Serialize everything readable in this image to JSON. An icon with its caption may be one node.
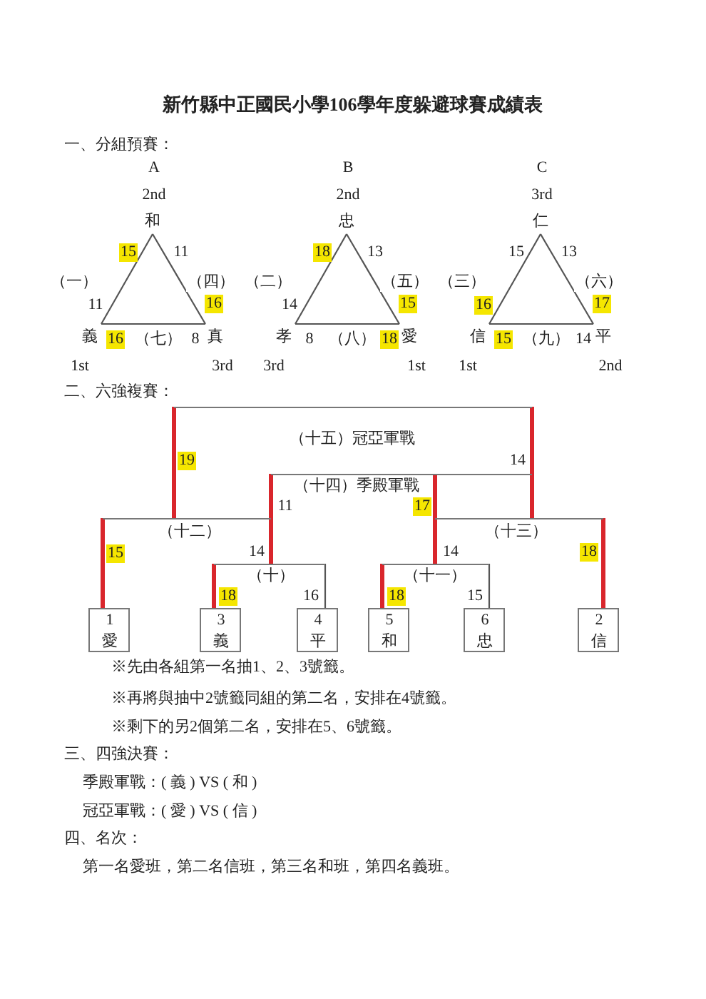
{
  "diagram": {
    "title": "新竹縣中正國民小學106學年度躲避球賽成績表",
    "nodes": [
      {
        "text": [
          "和"
        ],
        "beside": [
          "2nd"
        ]
      },
      {
        "text": [
          "義"
        ],
        "beside": [
          "1st"
        ]
      },
      {
        "text": [
          "真"
        ],
        "beside": [
          "3rd"
        ]
      },
      {
        "text": [
          "忠"
        ],
        "beside": [
          "2nd"
        ]
      },
      {
        "text": [
          "孝"
        ],
        "beside": [
          "3rd"
        ]
      },
      {
        "text": [
          "愛"
        ],
        "beside": [
          "1st"
        ]
      },
      {
        "text": [
          "仁"
        ],
        "beside": [
          "3rd"
        ]
      },
      {
        "text": [
          "信"
        ],
        "beside": [
          "1st"
        ]
      },
      {
        "text": [
          "平"
        ],
        "beside": [
          "2nd"
        ]
      },
      {
        "text": [
          "（十五）冠亞軍戰"
        ]
      },
      {
        "text": [
          "（十四）季殿軍戰"
        ]
      },
      {
        "text": [
          "（十二）"
        ]
      },
      {
        "text": [
          "（十三）"
        ]
      },
      {
        "text": [
          "（十）"
        ]
      },
      {
        "text": [
          "（十一）"
        ]
      },
      {
        "text": [
          "1",
          "愛"
        ]
      },
      {
        "text": [
          "3",
          "義"
        ]
      },
      {
        "text": [
          "4",
          "平"
        ]
      },
      {
        "text": [
          "5",
          "和"
        ]
      },
      {
        "text": [
          "6",
          "忠"
        ]
      },
      {
        "text": [
          "2",
          "信"
        ]
      }
    ],
    "edges": [
      {
        "from": 0,
        "to": 1,
        "arrow": "none",
        "label": "（一）"
      },
      {
        "from": 0,
        "to": 2,
        "arrow": "none",
        "label": "（四）"
      },
      {
        "from": 1,
        "to": 2,
        "arrow": "none",
        "label": "（七）"
      },
      {
        "from": 3,
        "to": 4,
        "arrow": "none",
        "label": "（二）"
      },
      {
        "from": 3,
        "to": 5,
        "arrow": "none",
        "label": "（五）"
      },
      {
        "from": 4,
        "to": 5,
        "arrow": "none",
        "label": "（八）"
      },
      {
        "from": 6,
        "to": 7,
        "arrow": "none",
        "label": "（三）"
      },
      {
        "from": 6,
        "to": 8,
        "arrow": "none",
        "label": "（六）"
      },
      {
        "from": 7,
        "to": 8,
        "arrow": "none",
        "label": "（九）"
      },
      {
        "from": 16,
        "to": 13,
        "arrow": "none",
        "label": "18",
        "style": "thick",
        "color": "#d9262c"
      },
      {
        "from": 17,
        "to": 13,
        "arrow": "none",
        "label": "16"
      },
      {
        "from": 13,
        "to": 11,
        "arrow": "none",
        "label": "14",
        "style": "thick",
        "color": "#d9262c"
      },
      {
        "from": 15,
        "to": 11,
        "arrow": "none",
        "label": "15",
        "style": "thick",
        "color": "#d9262c"
      },
      {
        "from": 11,
        "to": 9,
        "arrow": "none",
        "label": "19",
        "style": "thick",
        "color": "#d9262c"
      },
      {
        "from": 11,
        "to": 10,
        "arrow": "none",
        "label": "11",
        "style": "thick",
        "color": "#d9262c"
      },
      {
        "from": 18,
        "to": 14,
        "arrow": "none",
        "label": "18",
        "style": "thick",
        "color": "#d9262c"
      },
      {
        "from": 19,
        "to": 14,
        "arrow": "none",
        "label": "15"
      },
      {
        "from": 14,
        "to": 12,
        "arrow": "none",
        "label": "14",
        "style": "thick",
        "color": "#d9262c"
      },
      {
        "from": 20,
        "to": 12,
        "arrow": "none",
        "label": "18",
        "style": "thick",
        "color": "#d9262c"
      },
      {
        "from": 12,
        "to": 9,
        "arrow": "none",
        "label": "14",
        "style": "thick",
        "color": "#d9262c"
      },
      {
        "from": 12,
        "to": 10,
        "arrow": "none",
        "label": "17",
        "style": "thick",
        "color": "#d9262c"
      }
    ],
    "labels": [
      "一、分組預賽：",
      "A",
      "B",
      "C",
      "15",
      "11",
      "11",
      "16",
      "16",
      "8",
      "18",
      "13",
      "14",
      "15",
      "8",
      "18",
      "15",
      "13",
      "16",
      "17",
      "15",
      "14",
      "二、六強複賽：",
      "※先由各組第一名抽1、2、3號籤。",
      "※再將與抽中2號籤同組的第二名，安排在4號籤。",
      "※剩下的另2個第二名，安排在5、6號籤。",
      "三、四強決賽：",
      "季殿軍戰：( 義 ) VS ( 和 )",
      "冠亞軍戰：( 愛 ) VS ( 信 )",
      "四、名次：",
      "第一名愛班，第二名信班，第三名和班，第四名義班。"
    ]
  }
}
